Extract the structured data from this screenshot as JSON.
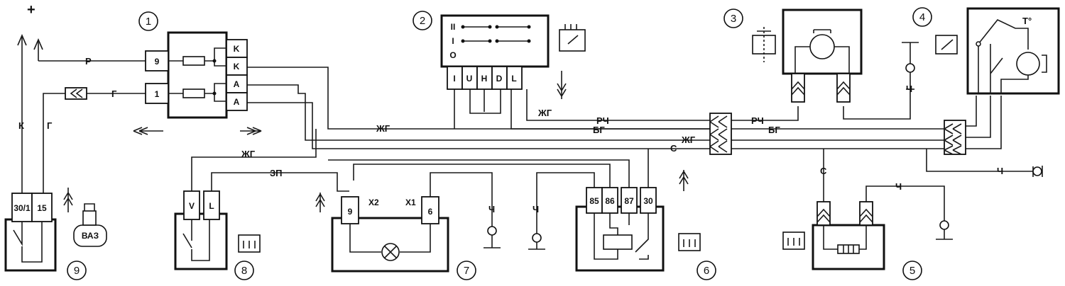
{
  "components": [
    {
      "id": "1",
      "pins": [
        "9",
        "1",
        "K",
        "K",
        "A",
        "A"
      ]
    },
    {
      "id": "2",
      "pins": [
        "I",
        "U",
        "H",
        "D",
        "L"
      ],
      "switch_marks": [
        "II",
        "I",
        "O"
      ]
    },
    {
      "id": "3"
    },
    {
      "id": "4",
      "label": "T°"
    },
    {
      "id": "5"
    },
    {
      "id": "6",
      "pins": [
        "85",
        "86",
        "87",
        "30"
      ]
    },
    {
      "id": "7",
      "pins": [
        "9",
        "6"
      ],
      "connectors": [
        "X2",
        "X1"
      ]
    },
    {
      "id": "8",
      "pins": [
        "V",
        "L"
      ]
    },
    {
      "id": "9",
      "pins": [
        "30/1",
        "15"
      ],
      "key_text": "ВАЗ"
    }
  ],
  "supply": {
    "plus": "+"
  },
  "wire_labels": {
    "p": "Р",
    "g1": "Г",
    "k": "К",
    "g2": "Г",
    "zhg1": "ЖГ",
    "zhg2": "ЖГ",
    "zhg3": "ЖГ",
    "zhg4": "ЖГ",
    "rch1": "РЧ",
    "rch2": "РЧ",
    "bg1": "БГ",
    "bg2": "БГ",
    "zp": "ЗП",
    "s1": "С",
    "s2": "С",
    "ch1": "Ч",
    "ch2": "Ч",
    "ch3": "Ч",
    "ch4": "Ч",
    "ch5": "Ч"
  }
}
